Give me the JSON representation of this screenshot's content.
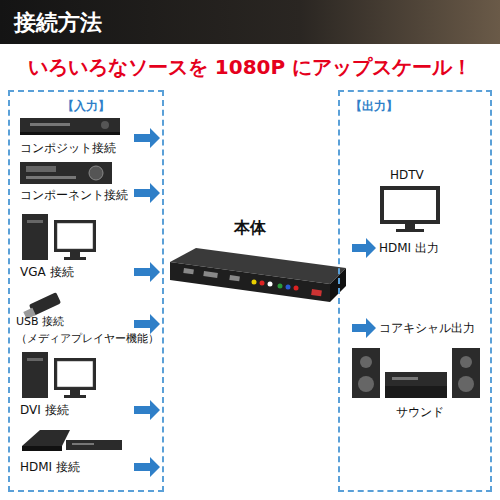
{
  "diagram": {
    "title": "接続方法",
    "nodes": [
      {
        "text": [
          "【入力】"
        ]
      },
      {
        "text": [
          "本体"
        ]
      },
      {
        "text": [
          "【出力】"
        ]
      }
    ],
    "labels": [
      "いろいろなソースを 1080P にアップスケール！",
      "コンポジット接続",
      "コンポーネント接続",
      "VGA 接続",
      "USB 接続 （メディアプレイヤー機能）",
      "DVI 接続",
      "HDMI 接続",
      "HDTV",
      "HDMI 出力",
      "コアキシャル出力",
      "サウンド"
    ]
  }
}
